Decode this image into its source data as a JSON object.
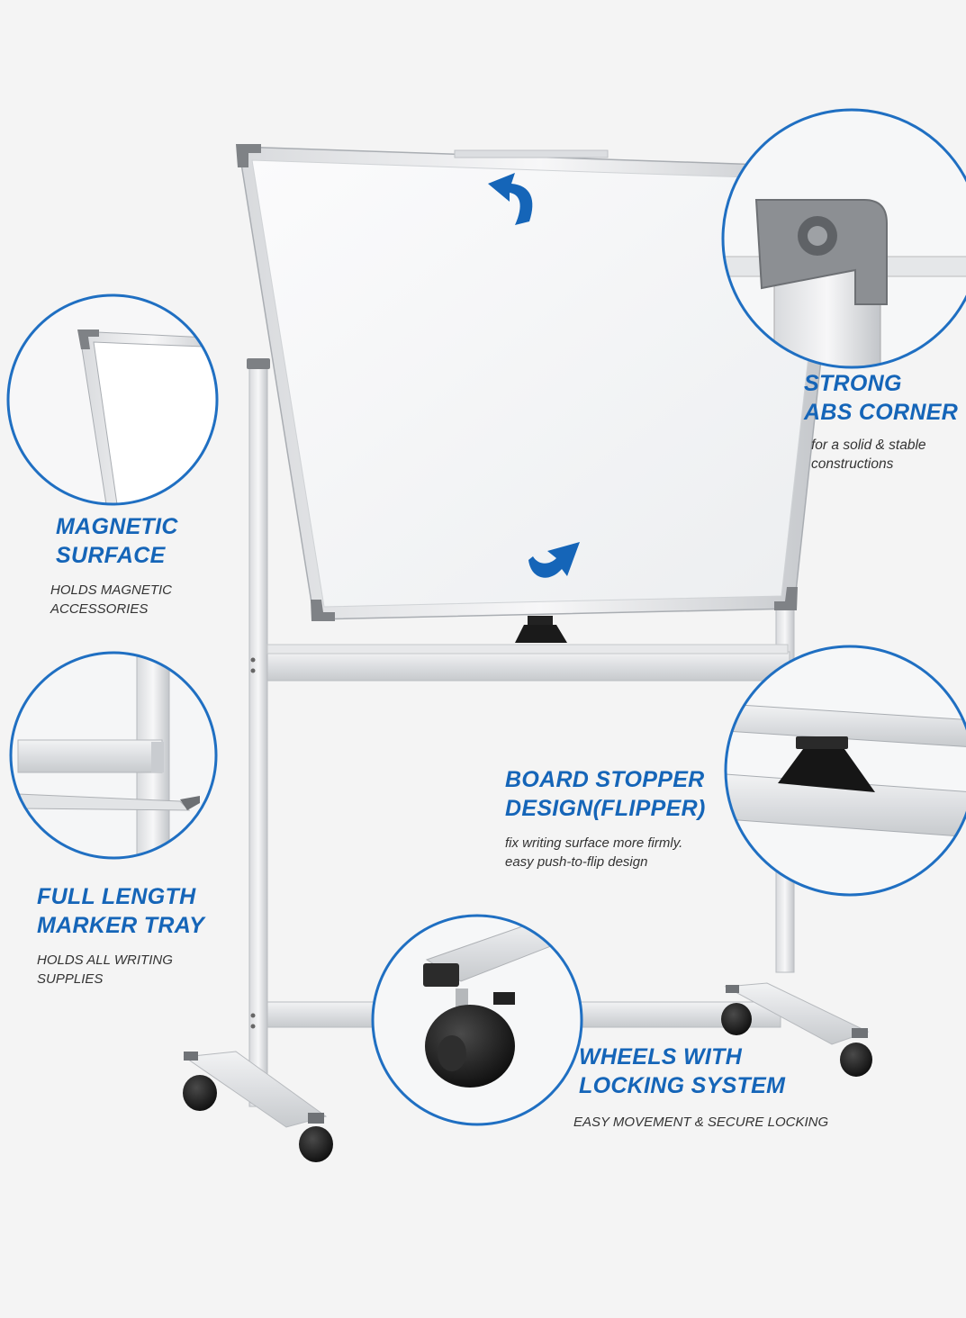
{
  "features": {
    "strong_abs_corner": {
      "title": [
        "STRONG",
        "ABS CORNER"
      ],
      "desc": [
        "for a solid & stable",
        "constructions"
      ]
    },
    "magnetic_surface": {
      "title": [
        "MAGNETIC",
        "SURFACE"
      ],
      "desc": [
        "HOLDS MAGNETIC",
        "ACCESSORIES"
      ]
    },
    "board_stopper": {
      "title": [
        "BOARD STOPPER",
        "DESIGN(FLIPPER)"
      ],
      "desc": [
        "fix writing surface more firmly.",
        "easy push-to-flip design"
      ]
    },
    "marker_tray": {
      "title": [
        "FULL LENGTH",
        "MARKER TRAY"
      ],
      "desc": [
        "HOLDS ALL WRITING",
        "SUPPLIES"
      ]
    },
    "wheels": {
      "title": [
        "WHEELS WITH",
        "LOCKING SYSTEM"
      ],
      "desc": [
        "EASY MOVEMENT & SECURE LOCKING"
      ]
    }
  },
  "colors": {
    "accent": "#1565b8",
    "background": "#f4f4f4",
    "frame": "#c9ccd0",
    "corner": "#8a8d91"
  },
  "icons": [
    "rotate-arrow-up-icon",
    "rotate-arrow-down-icon"
  ]
}
